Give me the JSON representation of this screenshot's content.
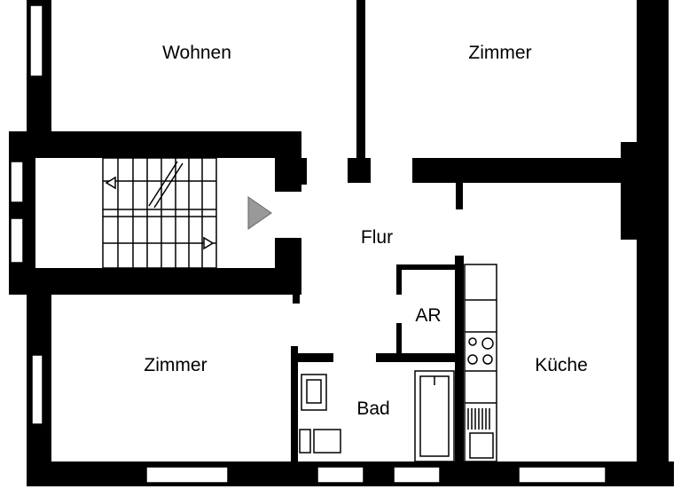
{
  "floorplan": {
    "rooms": [
      {
        "id": "wohnen",
        "label": "Wohnen"
      },
      {
        "id": "zimmer-top",
        "label": "Zimmer"
      },
      {
        "id": "flur",
        "label": "Flur"
      },
      {
        "id": "ar",
        "label": "AR"
      },
      {
        "id": "zimmer-bottom",
        "label": "Zimmer"
      },
      {
        "id": "bad",
        "label": "Bad"
      },
      {
        "id": "kueche",
        "label": "Küche"
      }
    ]
  },
  "colors": {
    "wall": "#000000",
    "background": "#ffffff",
    "entrance_marker": "#999999"
  }
}
